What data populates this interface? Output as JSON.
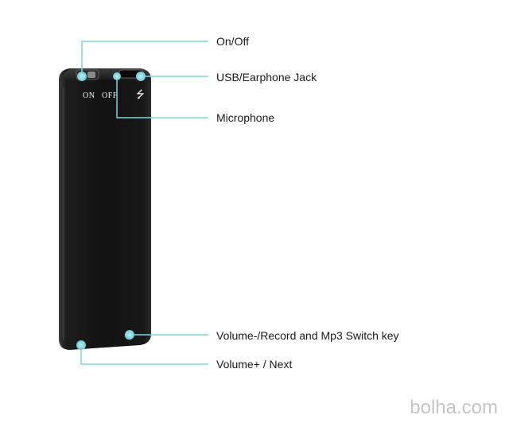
{
  "callout_color": "#7fd4dc",
  "device": {
    "on_label": "ON",
    "off_label": "OFF",
    "usb_symbol": "⭍"
  },
  "labels": {
    "on_off": "On/Off",
    "usb_jack": "USB/Earphone Jack",
    "microphone": "Microphone",
    "vol_minus": "Volume-/Record and Mp3 Switch key",
    "vol_plus": "Volume+ / Next"
  },
  "watermark": "bolha.com"
}
